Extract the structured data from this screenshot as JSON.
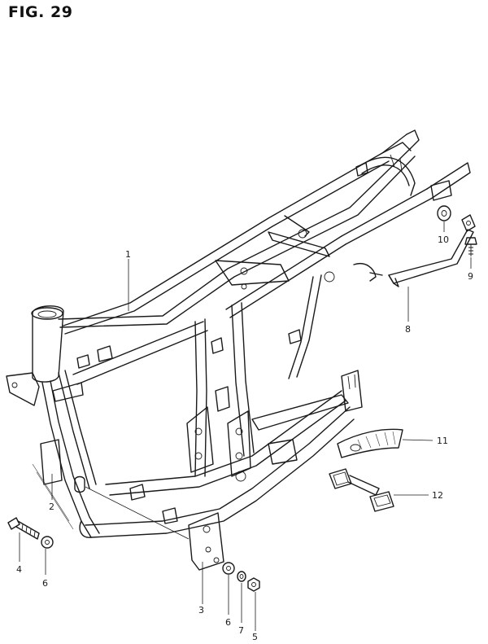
{
  "figure": {
    "title": "FIG. 29"
  },
  "callouts": [
    {
      "id": "c1",
      "label": "1"
    },
    {
      "id": "c2",
      "label": "2"
    },
    {
      "id": "c3",
      "label": "3"
    },
    {
      "id": "c4",
      "label": "4"
    },
    {
      "id": "c5",
      "label": "5"
    },
    {
      "id": "c6a",
      "label": "6"
    },
    {
      "id": "c6b",
      "label": "6"
    },
    {
      "id": "c7",
      "label": "7"
    },
    {
      "id": "c8",
      "label": "8"
    },
    {
      "id": "c9",
      "label": "9"
    },
    {
      "id": "c10",
      "label": "10"
    },
    {
      "id": "c11",
      "label": "11"
    },
    {
      "id": "c12",
      "label": "12"
    }
  ]
}
